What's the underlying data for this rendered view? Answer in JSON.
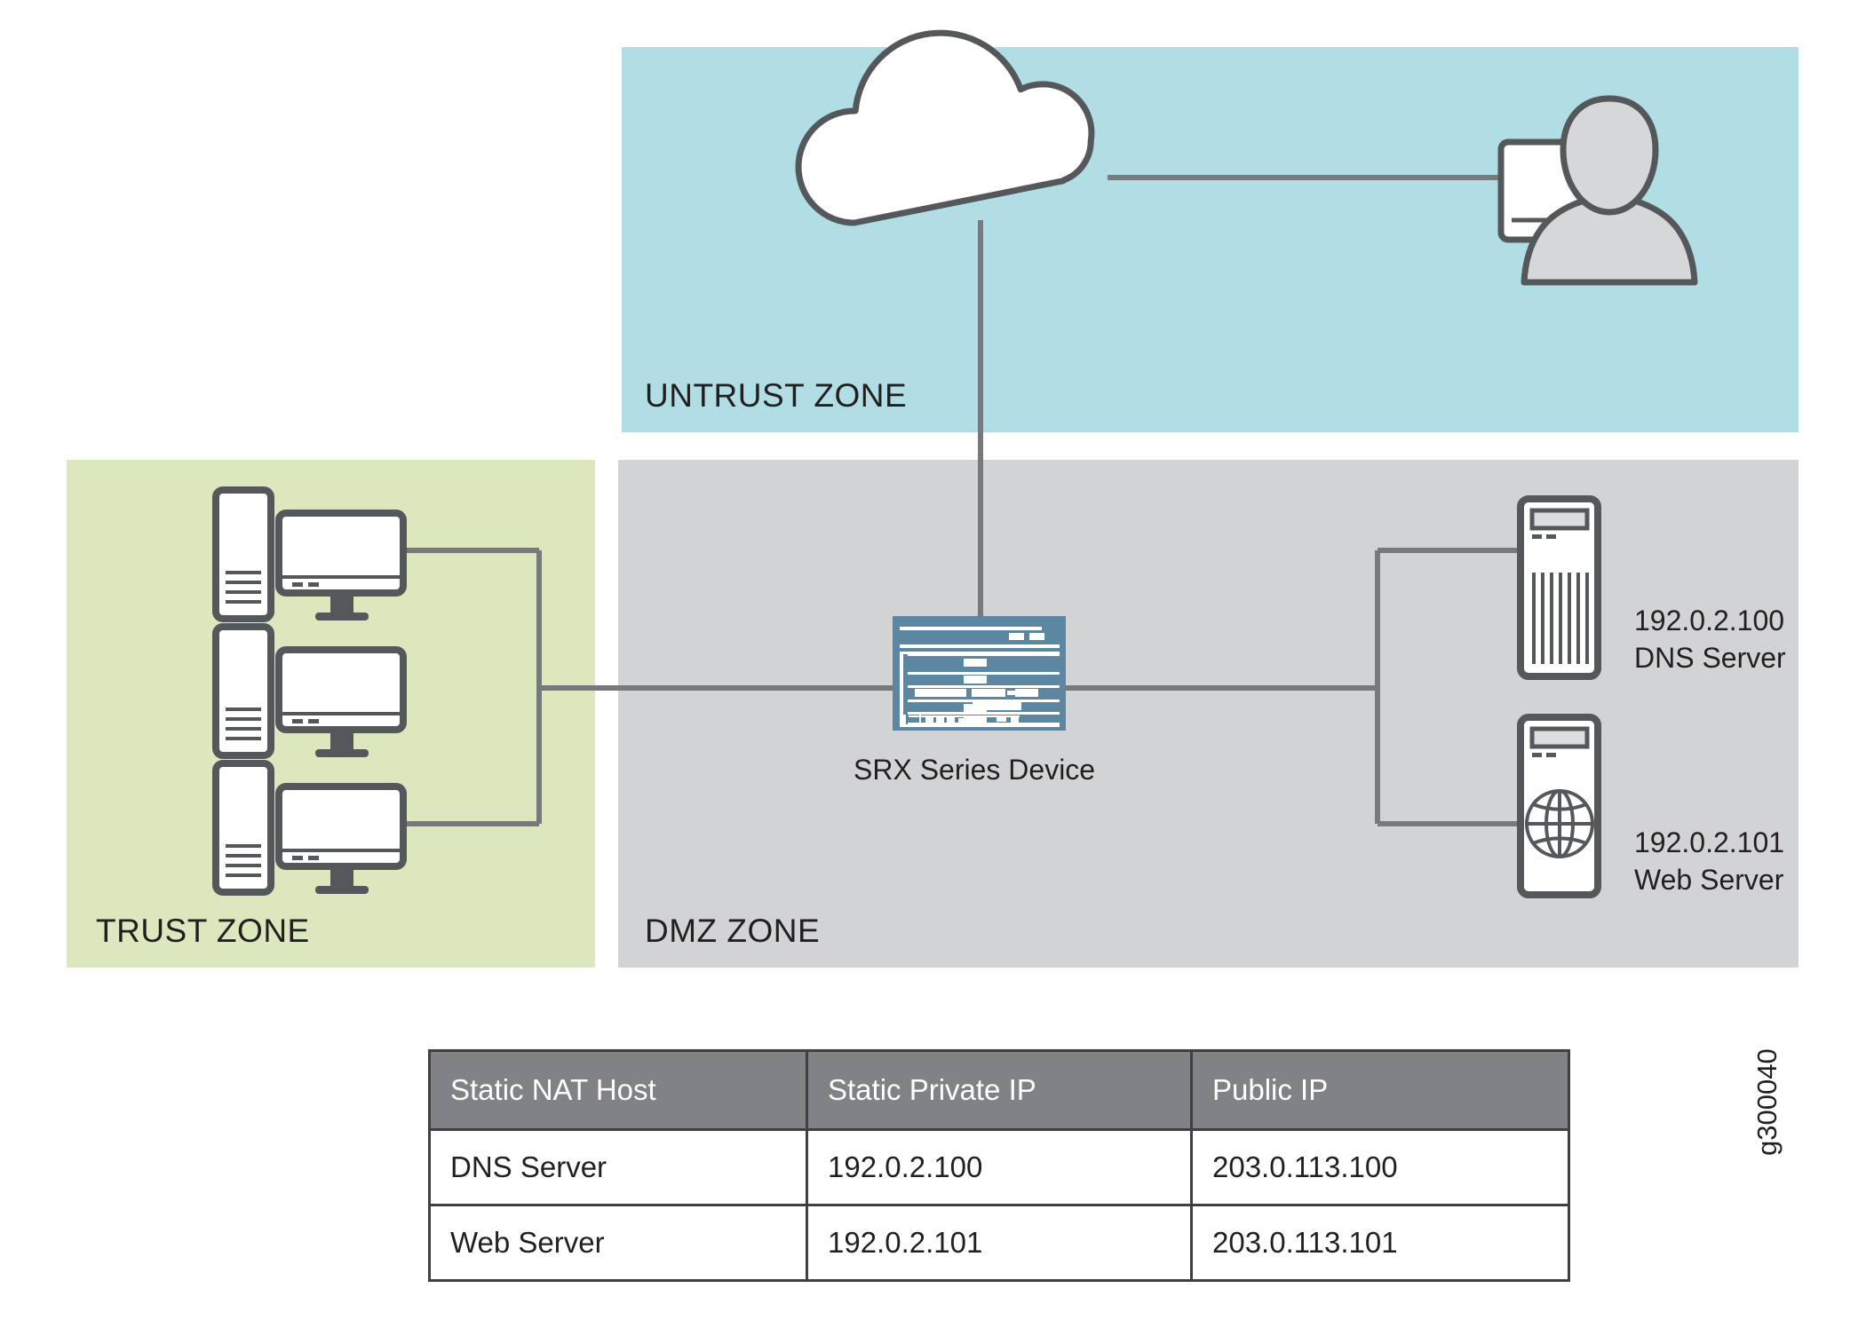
{
  "diagram": {
    "zones": [
      {
        "id": "untrust",
        "label": "UNTRUST ZONE",
        "color": "#b0dee4"
      },
      {
        "id": "trust",
        "label": "TRUST ZONE",
        "color": "#dbe7bd"
      },
      {
        "id": "dmz",
        "label": "DMZ ZONE",
        "color": "#d2d3d4"
      }
    ],
    "nodes": {
      "cloud": {
        "name": "internet-cloud",
        "label": ""
      },
      "remote_user": {
        "name": "remote-user",
        "label": ""
      },
      "firewall": {
        "label": "SRX Series Device",
        "color": "#5b87a3"
      },
      "dns_server": {
        "ip": "192.0.2.100",
        "role": "DNS Server"
      },
      "web_server": {
        "ip": "192.0.2.101",
        "role": "Web Server"
      },
      "workstations_count": 3
    },
    "line_color": "#77797c"
  },
  "table": {
    "headers": [
      "Static NAT Host",
      "Static Private IP",
      "Public IP"
    ],
    "rows": [
      [
        "DNS Server",
        "192.0.2.100",
        "203.0.113.100"
      ],
      [
        "Web Server",
        "192.0.2.101",
        "203.0.113.101"
      ]
    ],
    "header_bg": "#808285"
  },
  "watermark": {
    "text": "g300040"
  }
}
